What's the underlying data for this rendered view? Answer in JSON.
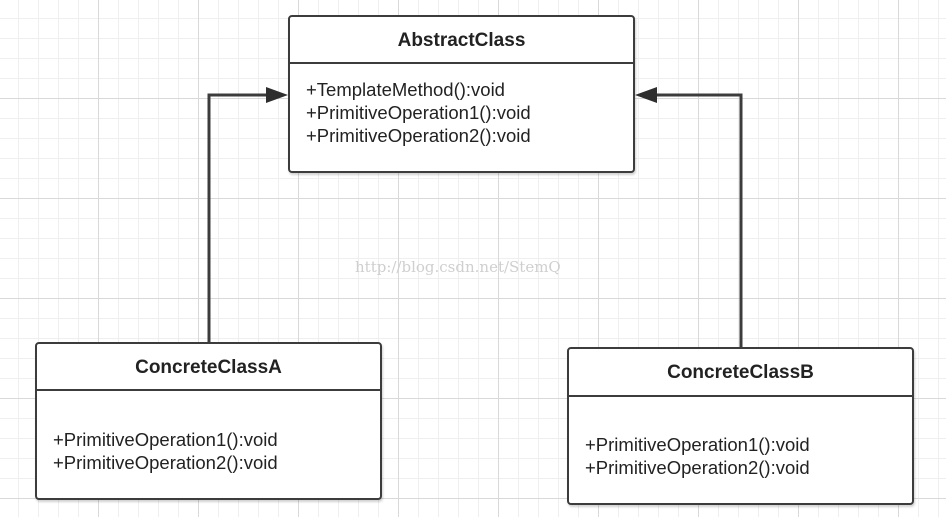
{
  "diagram": {
    "abstract_class": {
      "name": "AbstractClass",
      "members": [
        "+TemplateMethod():void",
        "+PrimitiveOperation1():void",
        "+PrimitiveOperation2():void"
      ]
    },
    "concrete_a": {
      "name": "ConcreteClassA",
      "members": [
        "+PrimitiveOperation1():void",
        "+PrimitiveOperation2():void"
      ]
    },
    "concrete_b": {
      "name": "ConcreteClassB",
      "members": [
        "+PrimitiveOperation1():void",
        "+PrimitiveOperation2():void"
      ]
    },
    "relations": [
      {
        "from": "ConcreteClassA",
        "to": "AbstractClass",
        "type": "inheritance"
      },
      {
        "from": "ConcreteClassB",
        "to": "AbstractClass",
        "type": "inheritance"
      }
    ],
    "watermark": "http://blog.csdn.net/StemQ"
  },
  "colors": {
    "line": "#3c3c3c",
    "box_border": "#3c3c3c",
    "grid": "#d9d9d9",
    "watermark": "#cfcfcf"
  }
}
